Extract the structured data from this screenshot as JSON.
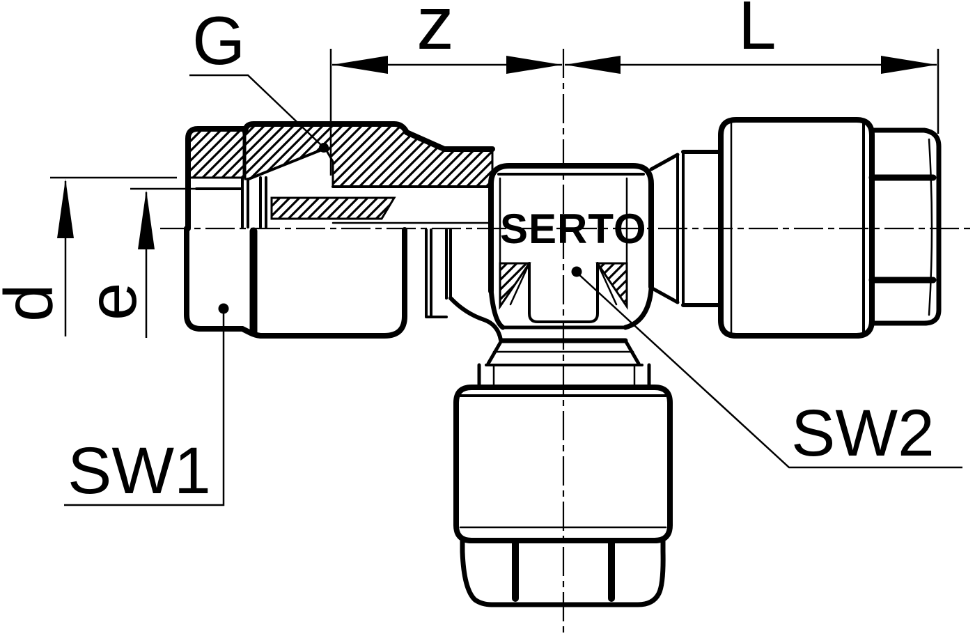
{
  "drawing": {
    "brand": "SERTO",
    "labels": {
      "thread": "G",
      "dim_z": "z",
      "dim_length": "L",
      "dim_tube_od": "d",
      "dim_bore": "e",
      "wrench1": "SW1",
      "wrench2": "SW2"
    },
    "colors": {
      "line": "#000000",
      "background": "#ffffff"
    },
    "description": "Sectioned technical drawing of a SERTO T union fitting with dimension annotations"
  }
}
